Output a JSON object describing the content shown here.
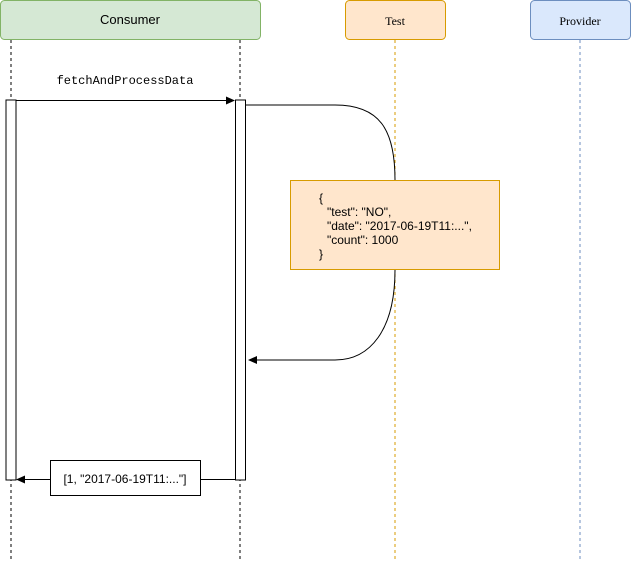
{
  "participants": {
    "consumer": {
      "label": "Consumer",
      "fill": "#d5e8d4",
      "stroke": "#82b366"
    },
    "test": {
      "label": "Test",
      "fill": "#ffe6cc",
      "stroke": "#d79b00"
    },
    "provider": {
      "label": "Provider",
      "fill": "#dae8fc",
      "stroke": "#6c8ebf"
    }
  },
  "messages": {
    "call": {
      "label": "fetchAndProcessData"
    },
    "return": {
      "label": "[1, \"2017-06-19T11:...\"]"
    }
  },
  "note": {
    "fill": "#ffe6cc",
    "stroke": "#d79b00",
    "lines": [
      "{",
      "\"test\": \"NO\",",
      "\"date\": \"2017-06-19T11:...\",",
      "\"count\": 1000",
      "}"
    ]
  },
  "colors": {
    "line": "#000000",
    "test_lifeline": "#d79b00",
    "provider_lifeline": "#6c8ebf"
  }
}
